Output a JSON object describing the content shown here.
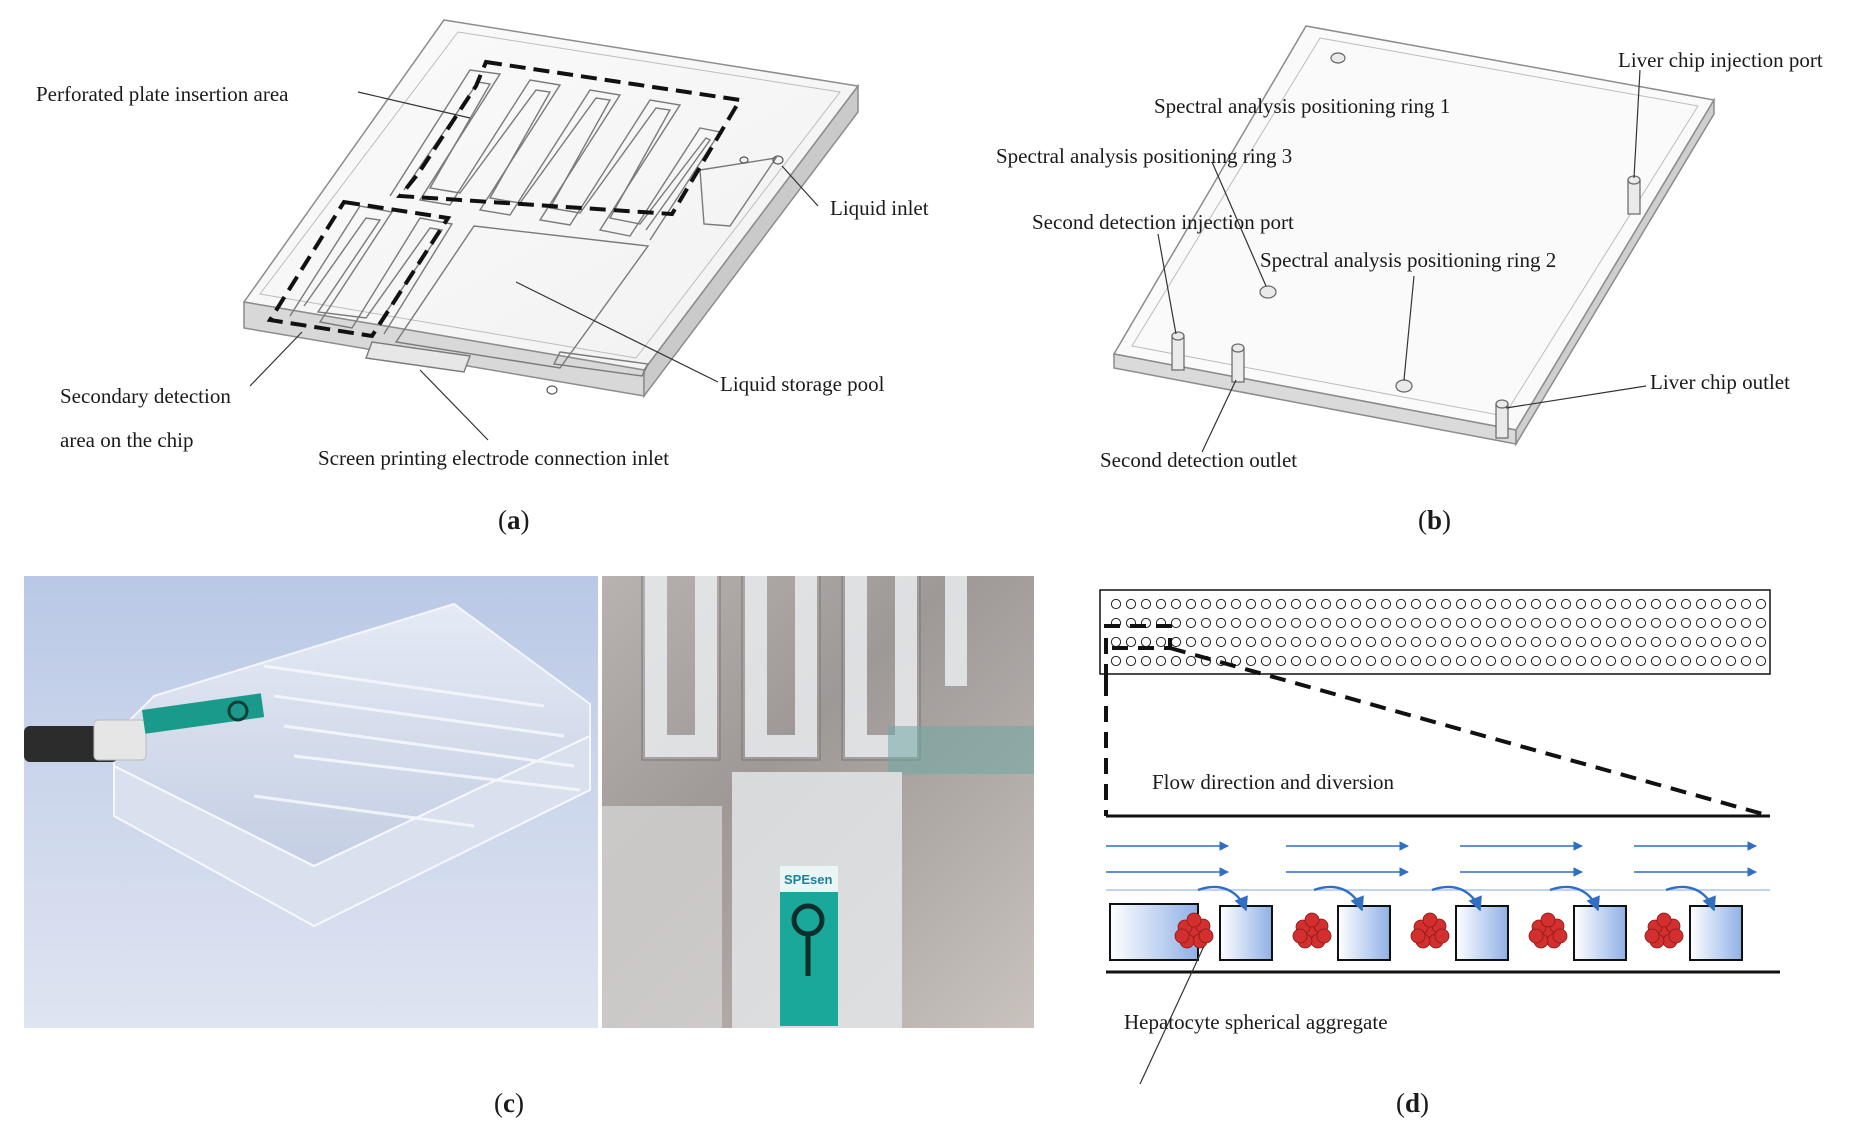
{
  "panel_a": {
    "labels": {
      "perforated": "Perforated plate insertion area",
      "liquid_inlet": "Liquid inlet",
      "liquid_storage": "Liquid storage pool",
      "secondary_line1": "Secondary detection",
      "secondary_line2": "area on the chip",
      "screen_printing": "Screen printing electrode connection inlet"
    },
    "caption_letter": "a"
  },
  "panel_b": {
    "labels": {
      "liver_injection": "Liver chip injection port",
      "ring1": "Spectral analysis positioning ring 1",
      "ring3": "Spectral analysis positioning ring 3",
      "second_injection": "Second detection injection port",
      "ring2": "Spectral analysis positioning ring 2",
      "liver_outlet": "Liver chip outlet",
      "second_outlet": "Second detection outlet"
    },
    "caption_letter": "b"
  },
  "panel_c": {
    "electrode_text": "SPEsen",
    "caption_letter": "c"
  },
  "panel_d": {
    "labels": {
      "flow": "Flow direction and diversion",
      "hepatocyte": "Hepatocyte spherical aggregate"
    },
    "caption_letter": "d"
  },
  "colors": {
    "arrow": "#2e6fc4",
    "block_fill": "#8fb0e6",
    "cell": "#d32f2f",
    "electrode": "#1aa89a"
  },
  "caption_parens": {
    "open": "(",
    "close": ")"
  }
}
